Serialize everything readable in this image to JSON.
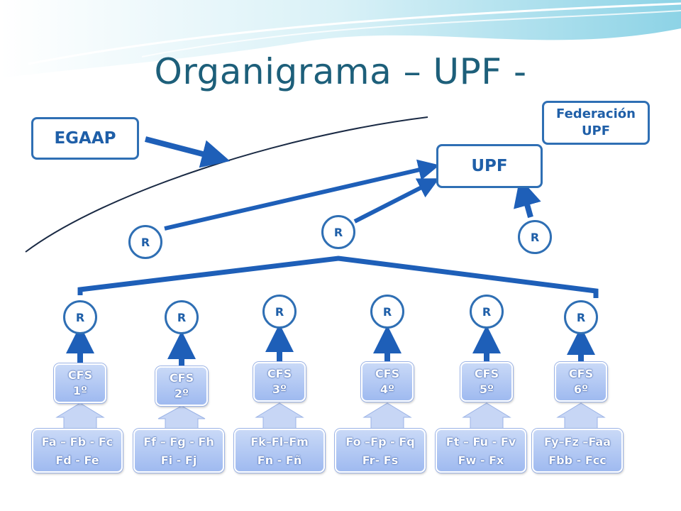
{
  "title": "Organigrama – UPF -",
  "egaap": "EGAAP",
  "upf": "UPF",
  "federacion": {
    "line1": "Federación",
    "line2": "UPF"
  },
  "r_label": "R",
  "cfs": [
    {
      "line1": "CFS",
      "line2": "1º",
      "members1": "Fa – Fb - Fc",
      "members2": "Fd - Fe"
    },
    {
      "line1": "CFS",
      "line2": "2º",
      "members1": "Ff – Fg - Fh",
      "members2": "Fi - Fj"
    },
    {
      "line1": "CFS",
      "line2": "3º",
      "members1": "Fk–Fl–Fm",
      "members2": "Fn - Fñ"
    },
    {
      "line1": "CFS",
      "line2": "4º",
      "members1": "Fo –Fp - Fq",
      "members2": "Fr- Fs"
    },
    {
      "line1": "CFS",
      "line2": "5º",
      "members1": "Ft – Fu - Fv",
      "members2": "Fw - Fx"
    },
    {
      "line1": "CFS",
      "line2": "6º",
      "members1": "Fy–Fz –Faa",
      "members2": "Fbb - Fcc"
    }
  ],
  "colors": {
    "title": "#1d5f7a",
    "box_border": "#2f6fb4",
    "text": "#1f5fa8",
    "arrow": "#1e5fb8"
  }
}
